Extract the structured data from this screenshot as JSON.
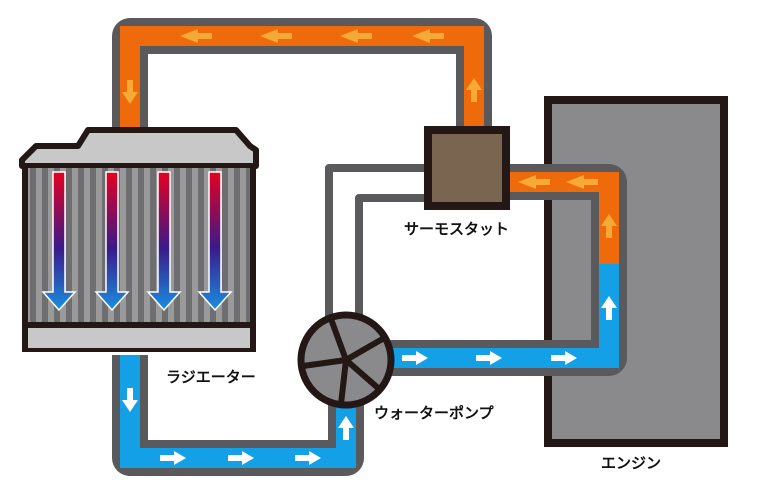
{
  "title": "Engine cooling system diagram",
  "labels": {
    "radiator": "ラジエーター",
    "water_pump": "ウォーターポンプ",
    "thermostat": "サーモスタット",
    "engine": "エンジン"
  },
  "colors": {
    "hot_coolant": "#ee6a0a",
    "hot_arrow": "#f6a936",
    "cold_coolant": "#14a0e6",
    "cold_arrow": "#ffffff",
    "pipe_wall": "#5a5a5c",
    "engine_body": "#8a8a8c",
    "outline": "#231815",
    "thermostat_body": "#7a6650",
    "radiator_tank": "#c8c8c9"
  },
  "icons": {
    "hot_flow": "arrow-icon",
    "cold_flow": "arrow-icon",
    "pump": "impeller-icon"
  }
}
